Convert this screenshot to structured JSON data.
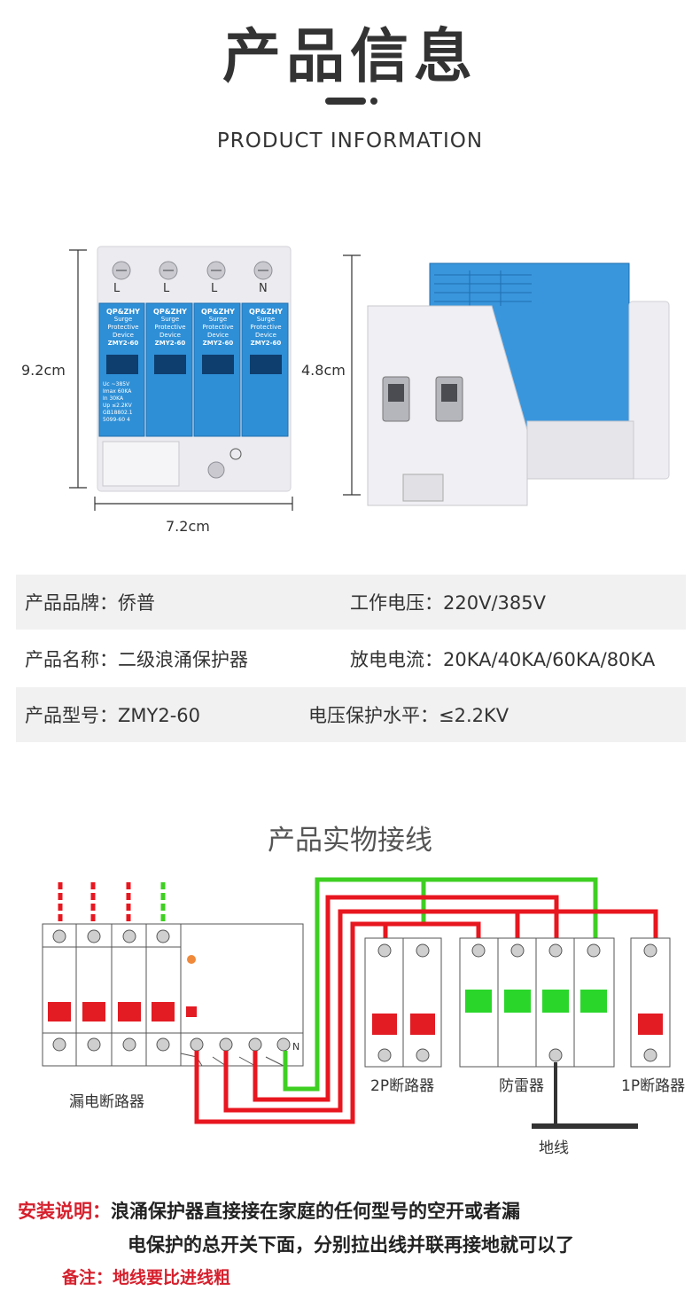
{
  "header": {
    "title_cn": "产品信息",
    "title_en": "PRODUCT INFORMATION"
  },
  "device": {
    "brand_label": "QP&ZHY",
    "module_text": [
      "Surge Protective",
      "Device",
      "ZMY2-60"
    ],
    "terminals": [
      "L",
      "L",
      "L",
      "N"
    ],
    "ratings": [
      "Uc  ~385V",
      "Imax 60KA",
      "In   30KA",
      "Up  ≤2.2KV"
    ],
    "standard": "GB18802.1",
    "serial": "5099-60 4",
    "colors": {
      "blue": "#2f8fd6",
      "housing": "#ececf0",
      "terminal": "#c9c9cf"
    }
  },
  "dimensions": {
    "height": "9.2cm",
    "width": "7.2cm",
    "depth": "4.8cm"
  },
  "specs": [
    {
      "left": "产品品牌：侨普",
      "right": "工作电压：220V/385V"
    },
    {
      "left": "产品名称：二级浪涌保护器",
      "right": "放电电流：20KA/40KA/60KA/80KA"
    },
    {
      "left": "产品型号：ZMY2-60",
      "right": "电压保护水平：≤2.2KV"
    }
  ],
  "wiring": {
    "title": "产品实物接线",
    "labels": {
      "rcd": "漏电断路器",
      "breaker_2p": "2P断路器",
      "spd": "防雷器",
      "breaker_1p": "1P断路器",
      "ground": "地线",
      "neutral": "N"
    },
    "colors": {
      "live": "#e8161f",
      "neutral": "#3ecf22",
      "indicator": "#e31b23",
      "green_handle": "#2bd62b"
    }
  },
  "notes": {
    "install_label": "安装说明：",
    "install_text_1": "浪涌保护器直接接在家庭的任何型号的空开或者漏",
    "install_text_2": "电保护的总开关下面，分别拉出线并联再接地就可以了",
    "remark_label": "备注：",
    "remark_text": "地线要比进线粗"
  }
}
